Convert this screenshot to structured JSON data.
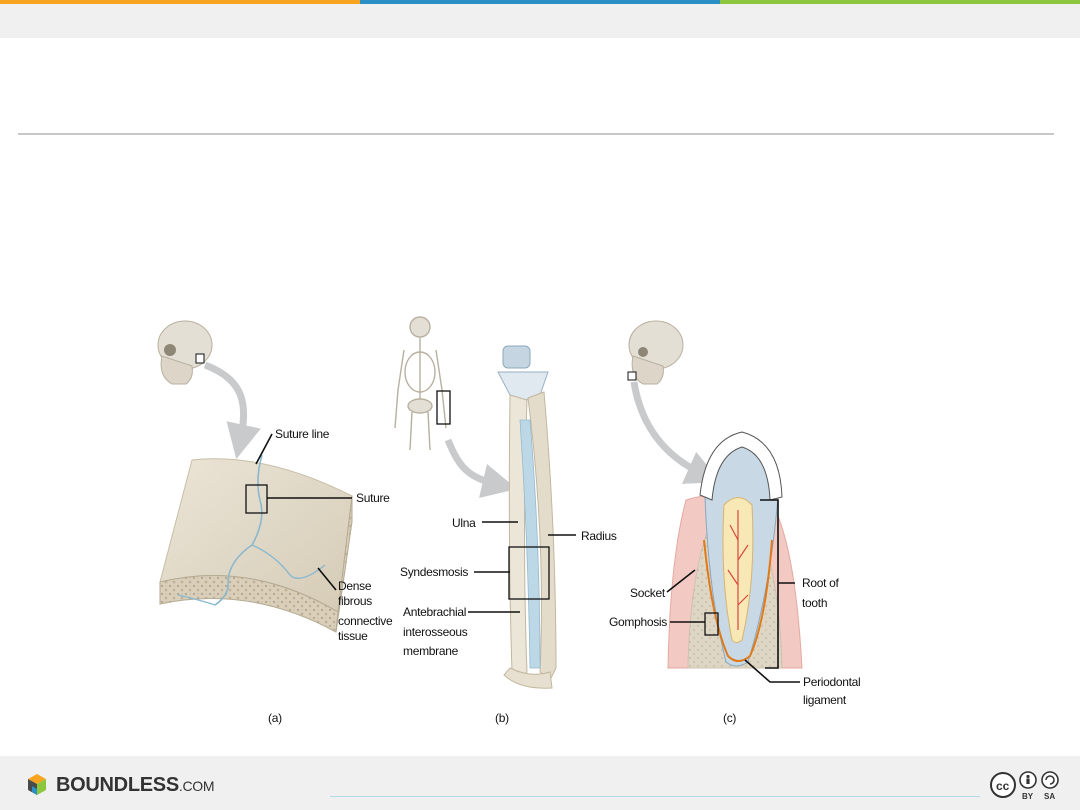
{
  "header": {
    "accent_colors": [
      "#f7a520",
      "#2a8fc4",
      "#8cc63f"
    ],
    "title": ""
  },
  "figure": {
    "panel_a": {
      "caption": "(a)",
      "suture_line": "Suture line",
      "suture": "Suture",
      "dense_1": "Dense",
      "dense_2": "fibrous",
      "dense_3": "connective",
      "dense_4": "tissue"
    },
    "panel_b": {
      "caption": "(b)",
      "ulna": "Ulna",
      "radius": "Radius",
      "syndesmosis": "Syndesmosis",
      "membrane_1": "Antebrachial",
      "membrane_2": "interosseous",
      "membrane_3": "membrane"
    },
    "panel_c": {
      "caption": "(c)",
      "socket": "Socket",
      "gomphosis": "Gomphosis",
      "root_1": "Root of",
      "root_2": "tooth",
      "periodontal_1": "Periodontal",
      "periodontal_2": "ligament"
    }
  },
  "footer": {
    "brand": "BOUNDLESS",
    "brand_suffix": ".COM",
    "license_by": "BY",
    "license_sa": "SA"
  }
}
